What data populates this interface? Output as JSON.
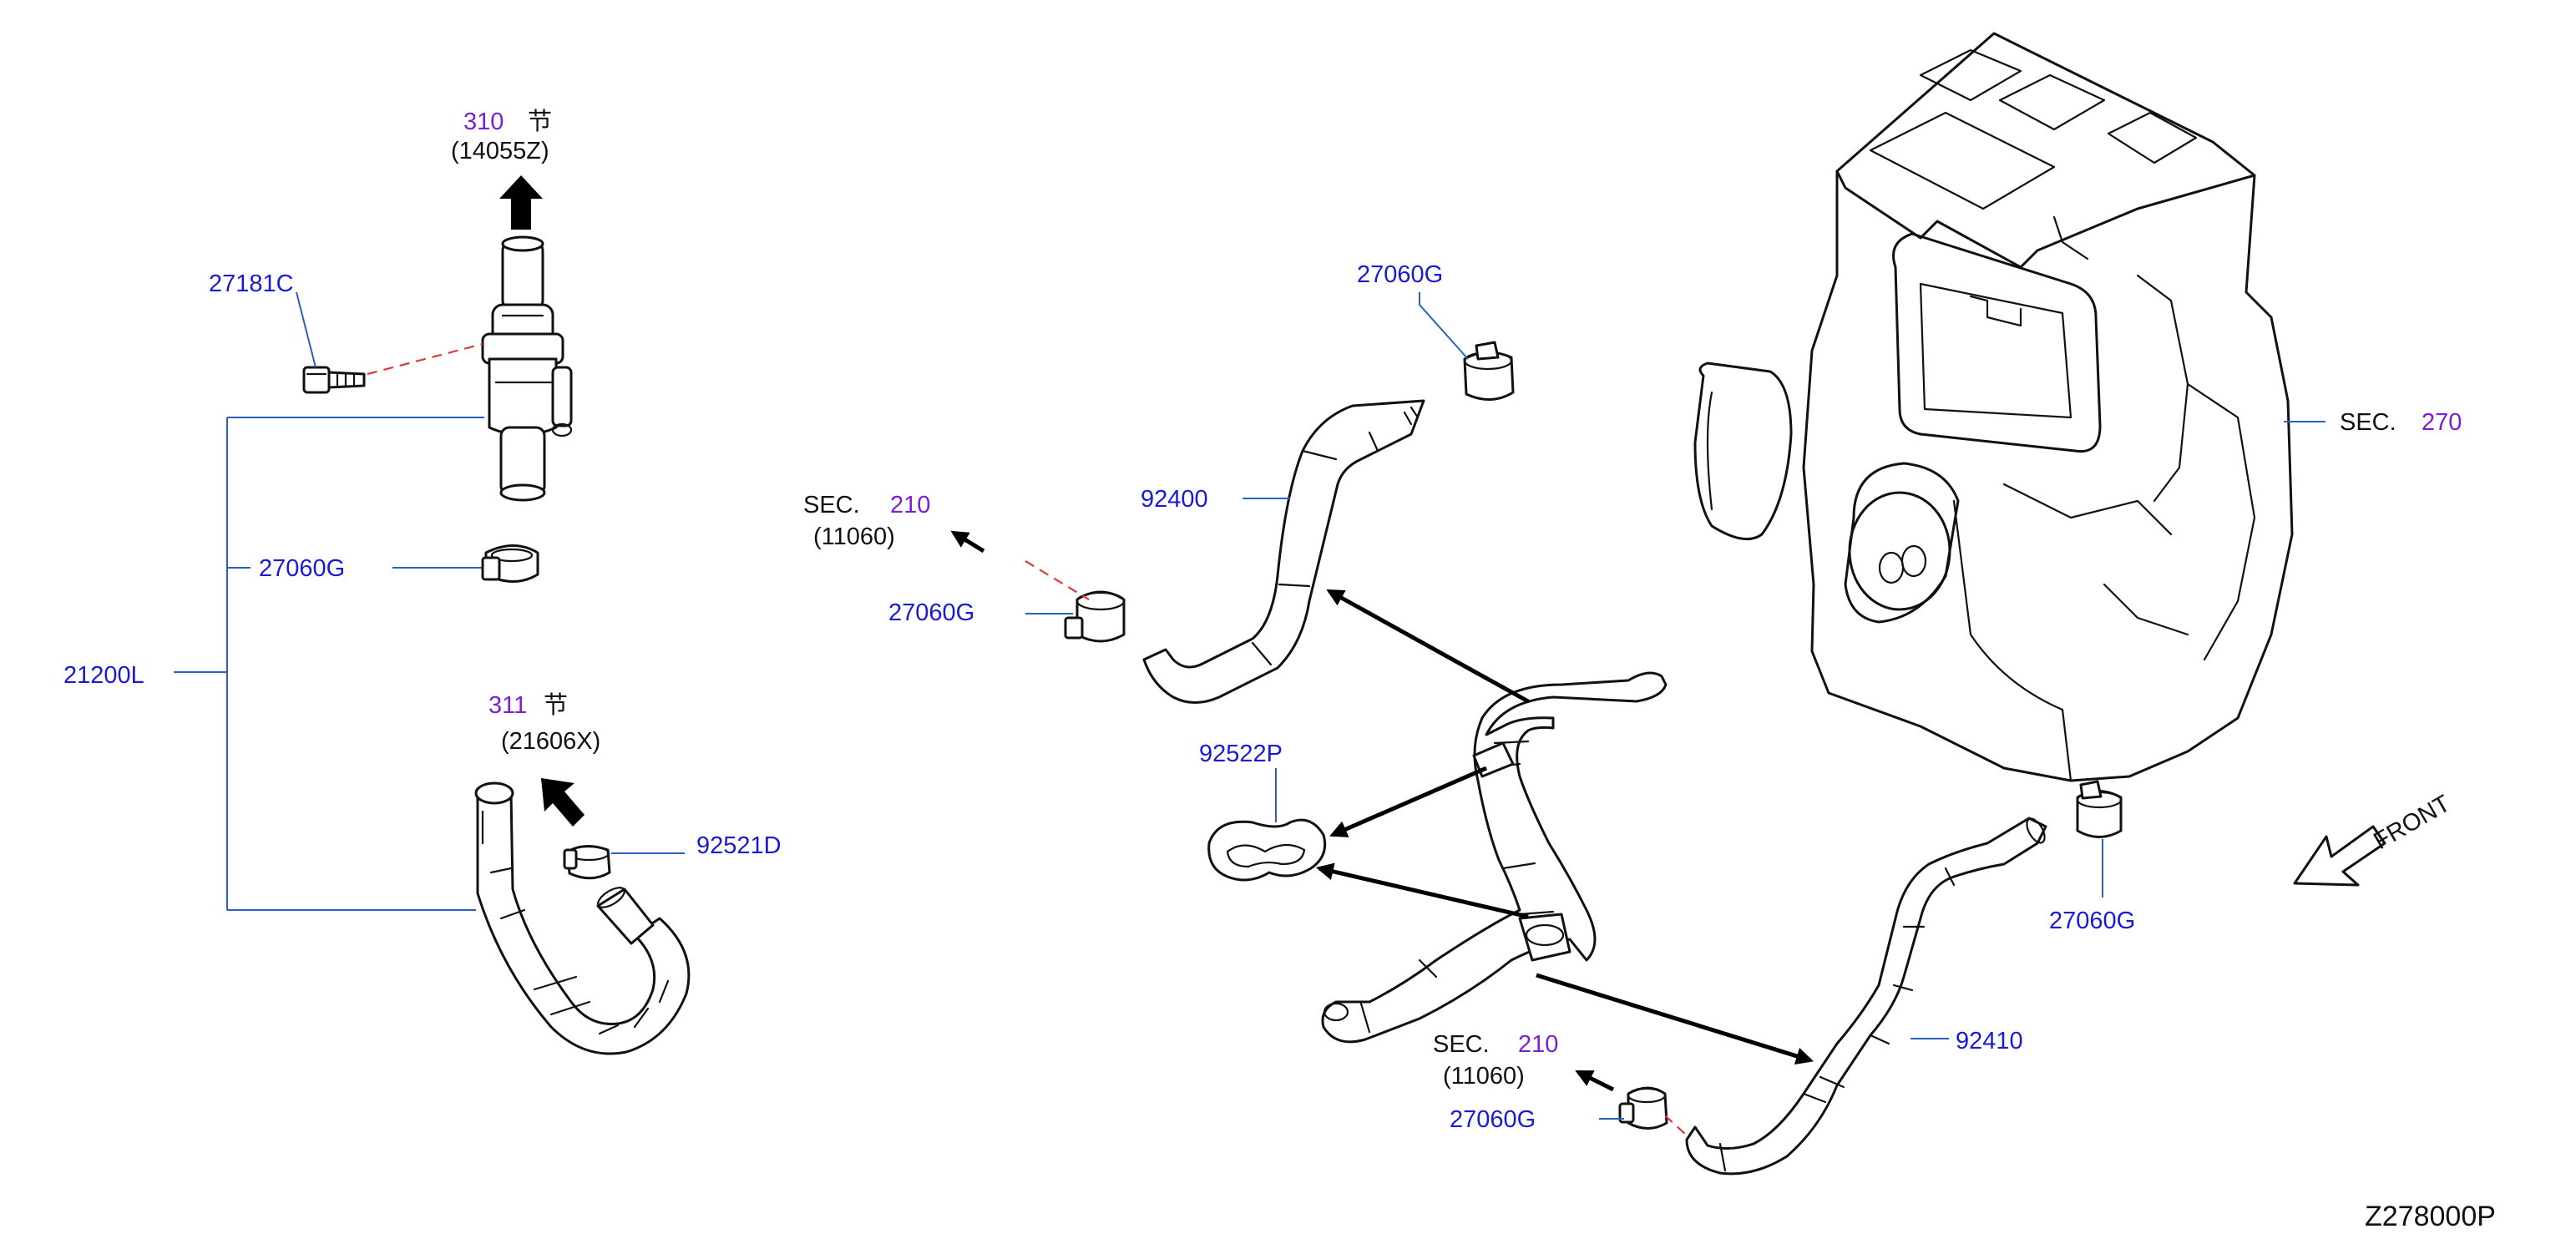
{
  "colors": {
    "part_number": "#1a1ad6",
    "section_number": "#7a1fd6",
    "leader_line": "#2b5fc4",
    "dashed_line": "#e0393c",
    "drawing": "#111111"
  },
  "icons": [
    "front-direction-arrow-icon",
    "direction-arrow-icon"
  ],
  "labels": {
    "top_valve_section_number": "310",
    "top_valve_section_char": "节",
    "top_valve_ref": "(14055Z)",
    "bolt": "27181C",
    "clamp_left_mid": "27060G",
    "assembly": "21200L",
    "hose_left_section_number": "311",
    "hose_left_section_char": "节",
    "hose_left_ref": "(21606X)",
    "clamp_left_lower": "92521D",
    "sec_upper_prefix": "SEC.",
    "sec_upper_number": "210",
    "sec_upper_ref": "(11060)",
    "clamp_center_left": "27060G",
    "clamp_upper_right": "27060G",
    "hose_upper": "92400",
    "bracket": "92522P",
    "sec_heater_prefix": "SEC.",
    "sec_heater_number": "270",
    "clamp_heater": "27060G",
    "front": "FRONT",
    "sec_lower_prefix": "SEC.",
    "sec_lower_number": "210",
    "sec_lower_ref": "(11060)",
    "clamp_lower": "27060G",
    "hose_lower": "92410",
    "diagram_id": "Z278000P"
  }
}
